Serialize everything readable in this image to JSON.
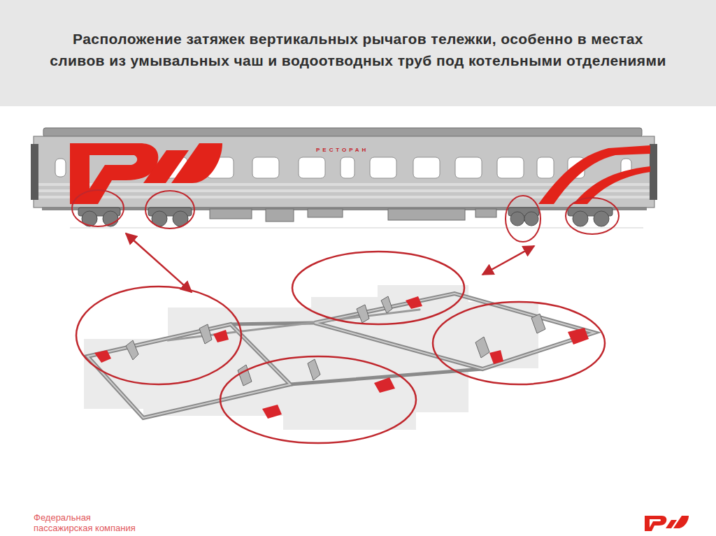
{
  "diagram": {
    "title": "Расположение затяжек вертикальных рычагов тележки, особенно в местах сливов из умывальных чаш и водоотводных труб под котельными отделениями",
    "labels": [
      "РЕСТОРАН",
      "Федеральная пассажирская компания"
    ]
  }
}
